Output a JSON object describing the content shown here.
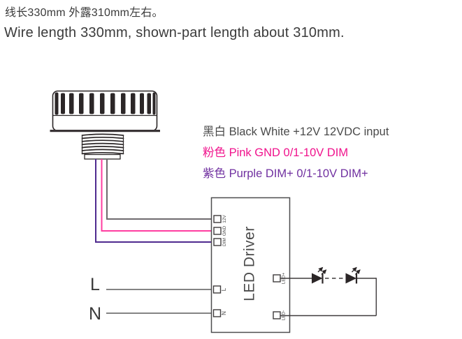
{
  "header": {
    "line_cn": "线长330mm 外露310mm左右。",
    "line_en": "Wire length 330mm, shown-part length about 310mm."
  },
  "legend": {
    "items": [
      {
        "text": "黑白 Black White +12V 12VDC input",
        "color": "#4a4a4a"
      },
      {
        "text": "粉色 Pink GND 0/1-10V DIM",
        "color": "#f0128c"
      },
      {
        "text": "紫色 Purple DIM+ 0/1-10V DIM+",
        "color": "#7030a0"
      }
    ]
  },
  "driver": {
    "label": "LED Driver",
    "terminals_left": [
      "12V",
      "GND",
      "DIM"
    ],
    "terminals_ac": [
      "L",
      "N"
    ],
    "terminals_right": [
      "LED+",
      "LED-"
    ]
  },
  "mains": {
    "l_label": "L",
    "n_label": "N"
  },
  "colors": {
    "text_dark": "#3b3b3b",
    "pink_text": "#f0128c",
    "purple_text": "#7030a0",
    "wire_gray": "#6f6a6e",
    "wire_pink": "#ff3da0",
    "wire_purple": "#4f2a8f",
    "box_outline": "#4d4d4f",
    "drawing_line": "#2b2627"
  }
}
